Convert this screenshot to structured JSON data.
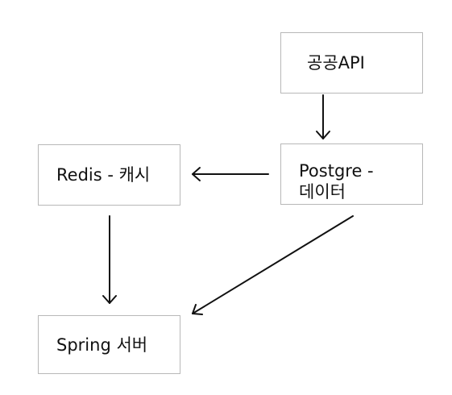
{
  "diagram": {
    "nodes": {
      "api": {
        "label": "공공API"
      },
      "postgres": {
        "label": "Postgre -\n데이터"
      },
      "redis": {
        "label": "Redis - 캐시"
      },
      "spring": {
        "label": "Spring 서버"
      }
    },
    "edges": [
      {
        "from": "api",
        "to": "postgres"
      },
      {
        "from": "postgres",
        "to": "redis"
      },
      {
        "from": "redis",
        "to": "spring"
      },
      {
        "from": "postgres",
        "to": "spring"
      }
    ]
  },
  "colors": {
    "stroke": "#111111",
    "node_border": "#b8b8b8",
    "background": "#ffffff"
  }
}
